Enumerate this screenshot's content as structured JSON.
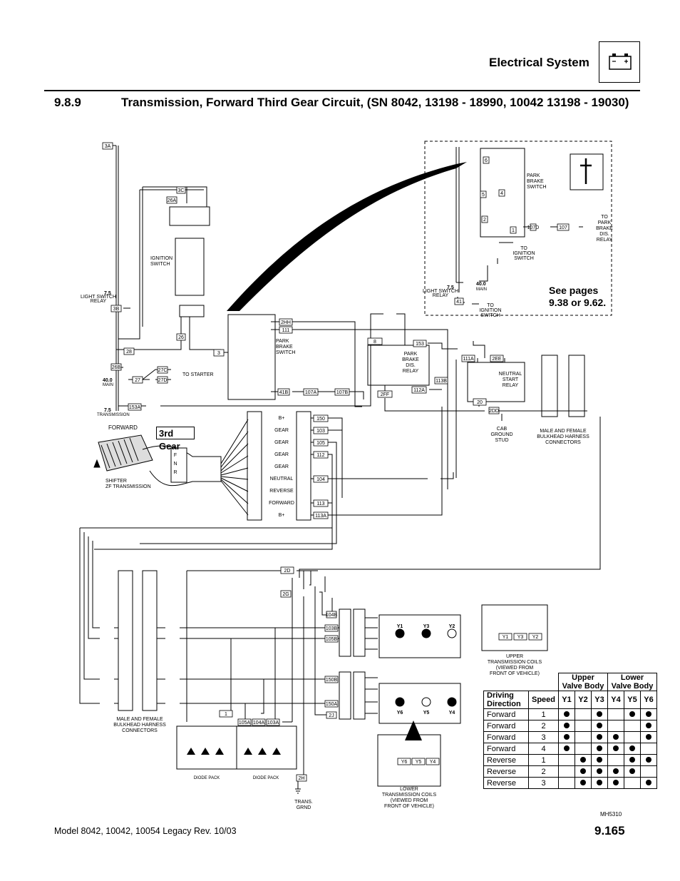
{
  "header": {
    "title": "Electrical System",
    "icon": "battery-icon"
  },
  "section": {
    "number": "9.8.9",
    "title": "Transmission, Forward Third Gear Circuit, (SN 8042, 13198 - 18990, 10042 13198 - 19030)"
  },
  "labels": {
    "see_pages": [
      "See pages",
      "9.38 or 9.62."
    ],
    "gear_callout": "3rd Gear",
    "forward": "FORWARD",
    "ignition_switch": [
      "IGNITION",
      "SWITCH"
    ],
    "park_brake_switch": [
      "PARK",
      "BRAKE",
      "SWITCH"
    ],
    "park_brake_dis_relay": [
      "PARK",
      "BRAKE",
      "DIS.",
      "RELAY"
    ],
    "neutral_start_relay": [
      "NEUTRAL",
      "START",
      "RELAY"
    ],
    "to_starter": "TO STARTER",
    "to_park_brake_dis_relay": [
      "TO",
      "PARK",
      "BRAKE",
      "DIS.",
      "RELAY"
    ],
    "to_ignition_switch": [
      "TO",
      "IGNITION",
      "SWITCH"
    ],
    "light_switch_relay": [
      "LIGHT SWITCH",
      "RELAY"
    ],
    "main": "MAIN",
    "transmission": "TRANSMISSION",
    "cab_ground_stud": [
      "CAB",
      "GROUND",
      "STUD"
    ],
    "bulkhead_connectors": [
      "MALE AND FEMALE",
      "BULKHEAD HARNESS",
      "CONNECTORS"
    ],
    "shifter": [
      "SHIFTER",
      "ZF TRANSMISSION"
    ],
    "fnr": [
      "F",
      "N",
      "R"
    ],
    "shifter_pins": [
      "B+",
      "GEAR",
      "GEAR",
      "GEAR",
      "GEAR",
      "NEUTRAL",
      "REVERSE",
      "FORWARD",
      "B+"
    ],
    "upper_coils": [
      "UPPER",
      "TRANSMISSION COILS",
      "(VIEWED FROM",
      "FRONT OF VEHICLE)"
    ],
    "lower_coils": [
      "LOWER",
      "TRANSMISSION COILS",
      "(VIEWED FROM",
      "FRONT OF VEHICLE)"
    ],
    "diode_pack": "DIODE PACK",
    "trans_grnd": [
      "TRANS.",
      "GRND"
    ],
    "fuse_values": [
      "7.5",
      "40.0",
      "7.5"
    ],
    "drawing_id": "MH5310"
  },
  "wires": [
    "3A",
    "3C",
    "26A",
    "26B",
    "26",
    "27",
    "27C",
    "27D",
    "28",
    "3B",
    "153A",
    "2HH",
    "111",
    "41B",
    "107A",
    "107B",
    "107",
    "153",
    "150",
    "103",
    "105",
    "112",
    "104",
    "113",
    "113A",
    "113B",
    "112A",
    "111A",
    "2EE",
    "2FF",
    "20",
    "2DD",
    "2D",
    "2G",
    "2H",
    "2J",
    "104B",
    "103B",
    "105B",
    "150B",
    "150A",
    "105A",
    "104A",
    "103A",
    "1",
    "3",
    "41",
    "107D",
    "8",
    "6",
    "2",
    "5",
    "4",
    "1"
  ],
  "coils": {
    "upper": [
      "Y1",
      "Y3",
      "Y2"
    ],
    "lower": [
      "Y6",
      "Y5",
      "Y4"
    ],
    "upper_letters": [
      "E",
      "E",
      "DE"
    ],
    "lower_letters": [
      "E",
      "DE",
      "E"
    ]
  },
  "table": {
    "group_upper": "Upper Valve Body",
    "group_lower": "Lower Valve Body",
    "col_dir": "Driving Direction",
    "col_speed": "Speed",
    "cols": [
      "Y1",
      "Y2",
      "Y3",
      "Y4",
      "Y5",
      "Y6"
    ],
    "rows": [
      {
        "dir": "Forward",
        "speed": "1",
        "on": [
          1,
          0,
          1,
          0,
          1,
          1
        ]
      },
      {
        "dir": "Forward",
        "speed": "2",
        "on": [
          1,
          0,
          1,
          0,
          0,
          1
        ]
      },
      {
        "dir": "Forward",
        "speed": "3",
        "on": [
          1,
          0,
          1,
          1,
          0,
          1
        ]
      },
      {
        "dir": "Forward",
        "speed": "4",
        "on": [
          1,
          0,
          1,
          1,
          1,
          0
        ]
      },
      {
        "dir": "Reverse",
        "speed": "1",
        "on": [
          0,
          1,
          1,
          0,
          1,
          1
        ]
      },
      {
        "dir": "Reverse",
        "speed": "2",
        "on": [
          0,
          1,
          1,
          1,
          1,
          0
        ]
      },
      {
        "dir": "Reverse",
        "speed": "3",
        "on": [
          0,
          1,
          1,
          1,
          0,
          1
        ]
      }
    ]
  },
  "footer": {
    "model": "Model  8042, 10042, 10054 Legacy    Rev.  10/03",
    "page": "9.165"
  }
}
